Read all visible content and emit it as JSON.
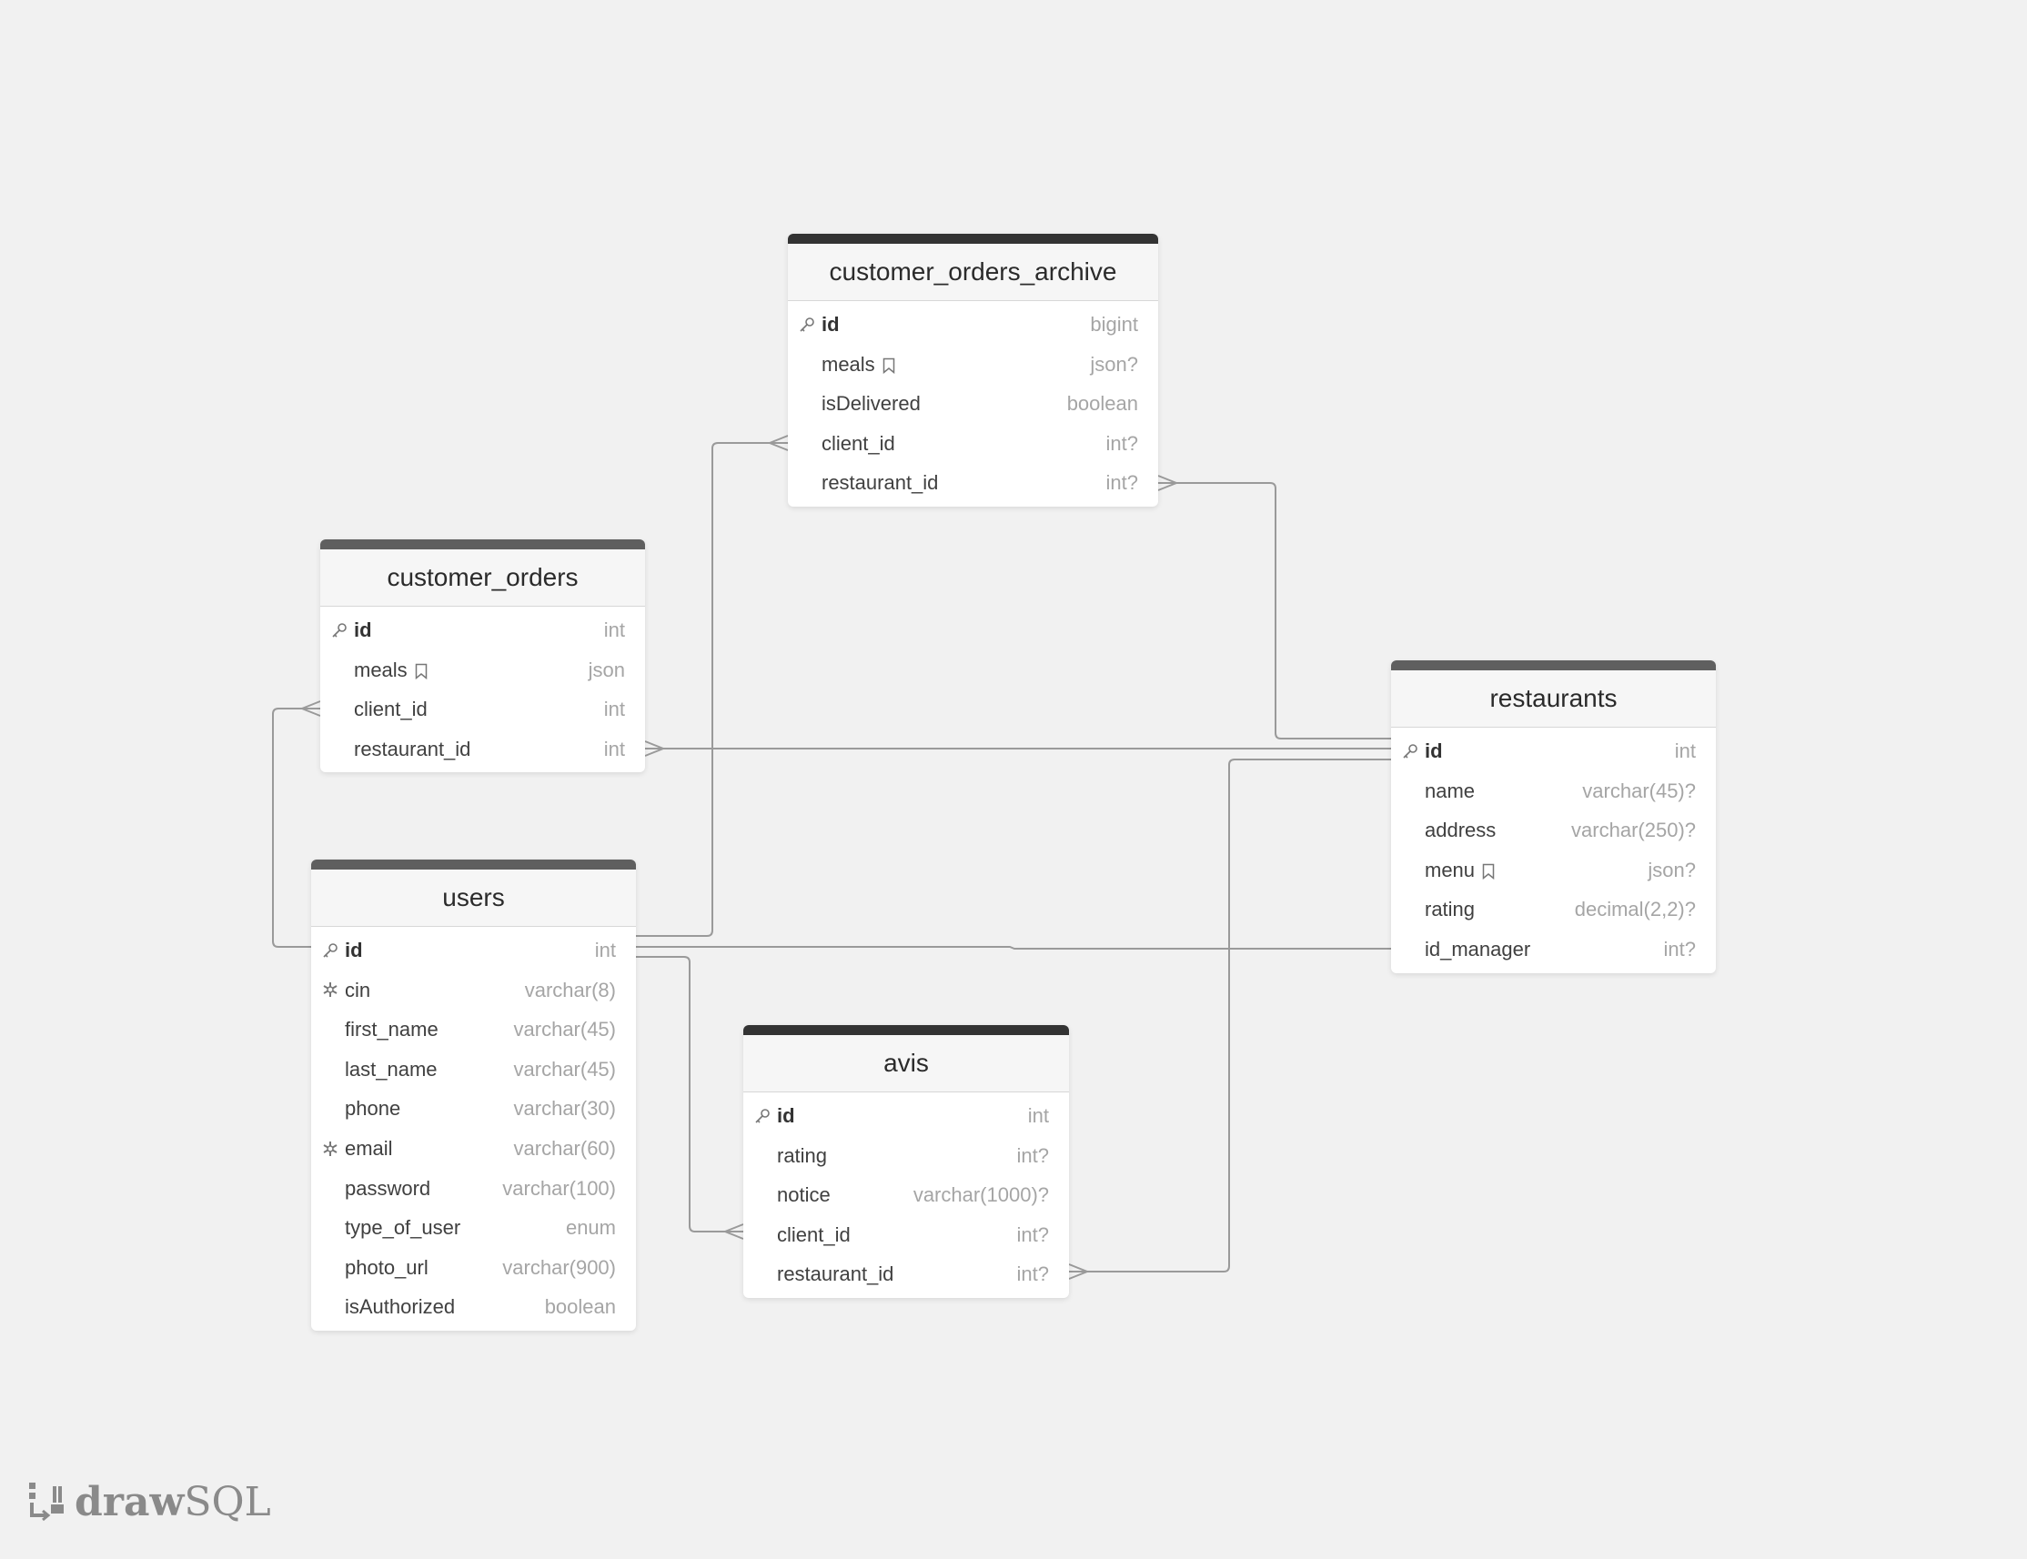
{
  "app": {
    "brand_bold": "draw",
    "brand_light": "SQL"
  },
  "tables": {
    "customer_orders_archive": {
      "title": "customer_orders_archive",
      "columns": [
        {
          "name": "id",
          "type": "bigint",
          "icon": "key-icon",
          "pk": true
        },
        {
          "name": "meals",
          "type": "json?",
          "note": true
        },
        {
          "name": "isDelivered",
          "type": "boolean"
        },
        {
          "name": "client_id",
          "type": "int?"
        },
        {
          "name": "restaurant_id",
          "type": "int?"
        }
      ]
    },
    "customer_orders": {
      "title": "customer_orders",
      "columns": [
        {
          "name": "id",
          "type": "int",
          "icon": "key-icon",
          "pk": true
        },
        {
          "name": "meals",
          "type": "json",
          "note": true
        },
        {
          "name": "client_id",
          "type": "int"
        },
        {
          "name": "restaurant_id",
          "type": "int"
        }
      ]
    },
    "users": {
      "title": "users",
      "columns": [
        {
          "name": "id",
          "type": "int",
          "icon": "key-icon",
          "pk": true
        },
        {
          "name": "cin",
          "type": "varchar(8)",
          "icon": "unique-icon"
        },
        {
          "name": "first_name",
          "type": "varchar(45)"
        },
        {
          "name": "last_name",
          "type": "varchar(45)"
        },
        {
          "name": "phone",
          "type": "varchar(30)"
        },
        {
          "name": "email",
          "type": "varchar(60)",
          "icon": "unique-icon"
        },
        {
          "name": "password",
          "type": "varchar(100)"
        },
        {
          "name": "type_of_user",
          "type": "enum"
        },
        {
          "name": "photo_url",
          "type": "varchar(900)"
        },
        {
          "name": "isAuthorized",
          "type": "boolean"
        }
      ]
    },
    "avis": {
      "title": "avis",
      "columns": [
        {
          "name": "id",
          "type": "int",
          "icon": "key-icon",
          "pk": true
        },
        {
          "name": "rating",
          "type": "int?"
        },
        {
          "name": "notice",
          "type": "varchar(1000)?"
        },
        {
          "name": "client_id",
          "type": "int?"
        },
        {
          "name": "restaurant_id",
          "type": "int?"
        }
      ]
    },
    "restaurants": {
      "title": "restaurants",
      "columns": [
        {
          "name": "id",
          "type": "int",
          "icon": "key-icon",
          "pk": true
        },
        {
          "name": "name",
          "type": "varchar(45)?"
        },
        {
          "name": "address",
          "type": "varchar(250)?"
        },
        {
          "name": "menu",
          "type": "json?",
          "note": true
        },
        {
          "name": "rating",
          "type": "decimal(2,2)?"
        },
        {
          "name": "id_manager",
          "type": "int?"
        }
      ]
    }
  },
  "colors": {
    "background": "#f1f1f1",
    "header_bar": "#5f5f5f",
    "header_bar_dark": "#333333",
    "link": "#9a9a9a",
    "type_text": "#a5a5a5"
  }
}
